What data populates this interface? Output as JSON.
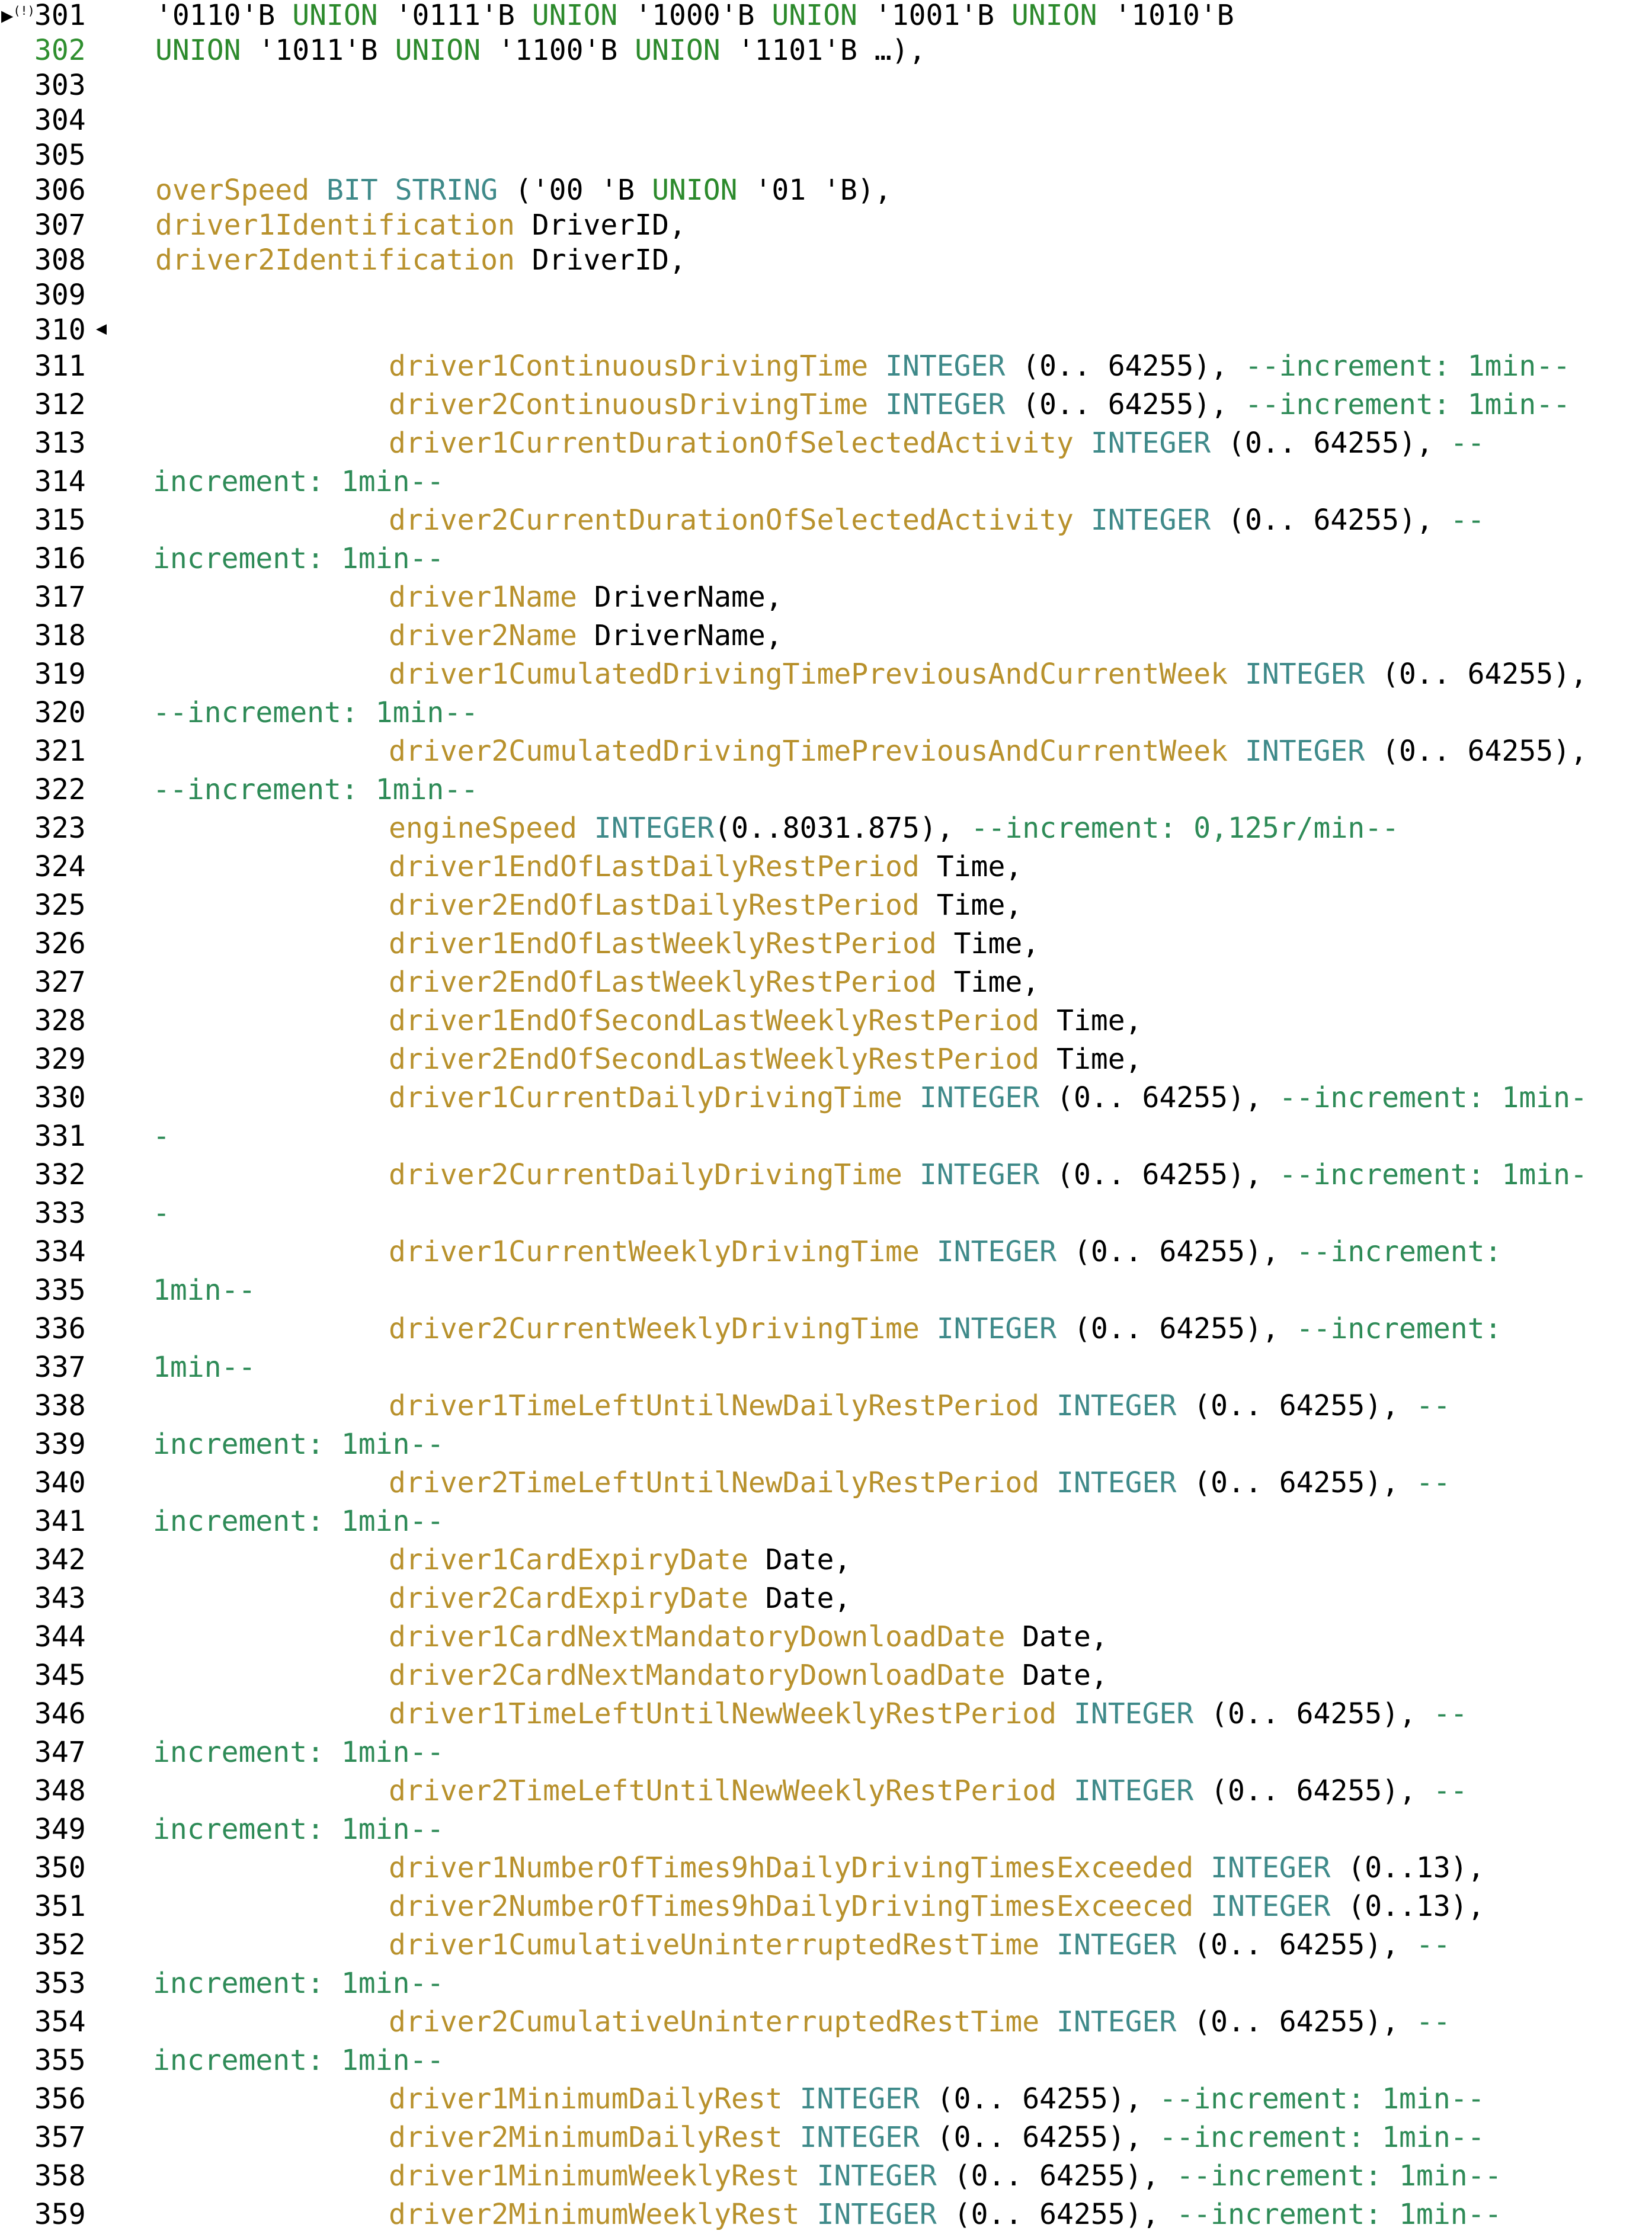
{
  "editor": {
    "colors": {
      "identifier": "#b8912c",
      "type": "#3f8a8a",
      "keyword": "#2c8a2c",
      "comment": "#2e8b57",
      "plain": "#000000",
      "current_line_number": "#2f8f2f"
    },
    "gutter_marker": "▶",
    "gutter_marker_badge": "(!)",
    "fold_marker": "◀",
    "current_line": "302",
    "lines": [
      {
        "n": "301",
        "tokens": [
          {
            "t": "tx",
            "v": "'0110'B "
          },
          {
            "t": "kw",
            "v": "UNION"
          },
          {
            "t": "tx",
            "v": " '0111'B "
          },
          {
            "t": "kw",
            "v": "UNION"
          },
          {
            "t": "tx",
            "v": " '1000'B "
          },
          {
            "t": "kw",
            "v": "UNION"
          },
          {
            "t": "tx",
            "v": " '1001'B "
          },
          {
            "t": "kw",
            "v": "UNION"
          },
          {
            "t": "tx",
            "v": " '1010'B"
          }
        ]
      },
      {
        "n": "302",
        "tokens": [
          {
            "t": "kw",
            "v": "UNION"
          },
          {
            "t": "tx",
            "v": " '1011'B "
          },
          {
            "t": "kw",
            "v": "UNION"
          },
          {
            "t": "tx",
            "v": " '1100'B "
          },
          {
            "t": "kw",
            "v": "UNION"
          },
          {
            "t": "tx",
            "v": " '1101'B …),"
          }
        ]
      },
      {
        "n": "303",
        "tokens": []
      },
      {
        "n": "304",
        "tokens": []
      },
      {
        "n": "305",
        "tokens": []
      },
      {
        "n": "306",
        "tokens": [
          {
            "t": "id",
            "v": "overSpeed"
          },
          {
            "t": "tx",
            "v": " "
          },
          {
            "t": "ty",
            "v": "BIT STRING"
          },
          {
            "t": "tx",
            "v": " ('00 'B "
          },
          {
            "t": "kw",
            "v": "UNION"
          },
          {
            "t": "tx",
            "v": " '01 'B),"
          }
        ]
      },
      {
        "n": "307",
        "tokens": [
          {
            "t": "id",
            "v": "driver1Identification"
          },
          {
            "t": "tx",
            "v": " DriverID,"
          }
        ]
      },
      {
        "n": "308",
        "tokens": [
          {
            "t": "id",
            "v": "driver2Identification"
          },
          {
            "t": "tx",
            "v": " DriverID,"
          }
        ]
      },
      {
        "n": "309",
        "tokens": []
      },
      {
        "n": "310",
        "tokens": []
      },
      {
        "n": "311",
        "tokens": [
          {
            "t": "id",
            "v": "driver1ContinuousDrivingTime"
          },
          {
            "t": "tx",
            "v": " "
          },
          {
            "t": "ty",
            "v": "INTEGER"
          },
          {
            "t": "tx",
            "v": " (0.. 64255), "
          },
          {
            "t": "cm",
            "v": "--increment: 1min--"
          }
        ]
      },
      {
        "n": "312",
        "tokens": [
          {
            "t": "id",
            "v": "driver2ContinuousDrivingTime"
          },
          {
            "t": "tx",
            "v": " "
          },
          {
            "t": "ty",
            "v": "INTEGER"
          },
          {
            "t": "tx",
            "v": " (0.. 64255), "
          },
          {
            "t": "cm",
            "v": "--increment: 1min--"
          }
        ]
      },
      {
        "n": "313",
        "tokens": [
          {
            "t": "id",
            "v": "driver1CurrentDurationOfSelectedActivity"
          },
          {
            "t": "tx",
            "v": " "
          },
          {
            "t": "ty",
            "v": "INTEGER"
          },
          {
            "t": "tx",
            "v": " (0.. 64255), "
          },
          {
            "t": "cm",
            "v": "--"
          }
        ]
      },
      {
        "n": "314",
        "tokens": [
          {
            "t": "cm",
            "v": "increment: 1min--"
          }
        ]
      },
      {
        "n": "315",
        "tokens": [
          {
            "t": "id",
            "v": "driver2CurrentDurationOfSelectedActivity"
          },
          {
            "t": "tx",
            "v": " "
          },
          {
            "t": "ty",
            "v": "INTEGER"
          },
          {
            "t": "tx",
            "v": " (0.. 64255), "
          },
          {
            "t": "cm",
            "v": "--"
          }
        ]
      },
      {
        "n": "316",
        "tokens": [
          {
            "t": "cm",
            "v": "increment: 1min--"
          }
        ]
      },
      {
        "n": "317",
        "tokens": [
          {
            "t": "id",
            "v": "driver1Name"
          },
          {
            "t": "tx",
            "v": " DriverName,"
          }
        ]
      },
      {
        "n": "318",
        "tokens": [
          {
            "t": "id",
            "v": "driver2Name"
          },
          {
            "t": "tx",
            "v": " DriverName,"
          }
        ]
      },
      {
        "n": "319",
        "tokens": [
          {
            "t": "id",
            "v": "driver1CumulatedDrivingTimePreviousAndCurrentWeek"
          },
          {
            "t": "tx",
            "v": " "
          },
          {
            "t": "ty",
            "v": "INTEGER"
          },
          {
            "t": "tx",
            "v": " (0.. 64255),"
          }
        ]
      },
      {
        "n": "320",
        "tokens": [
          {
            "t": "cm",
            "v": "--increment: 1min--"
          }
        ]
      },
      {
        "n": "321",
        "tokens": [
          {
            "t": "id",
            "v": "driver2CumulatedDrivingTimePreviousAndCurrentWeek"
          },
          {
            "t": "tx",
            "v": " "
          },
          {
            "t": "ty",
            "v": "INTEGER"
          },
          {
            "t": "tx",
            "v": " (0.. 64255),"
          }
        ]
      },
      {
        "n": "322",
        "tokens": [
          {
            "t": "cm",
            "v": "--increment: 1min--"
          }
        ]
      },
      {
        "n": "323",
        "tokens": [
          {
            "t": "id",
            "v": "engineSpeed"
          },
          {
            "t": "tx",
            "v": " "
          },
          {
            "t": "ty",
            "v": "INTEGER"
          },
          {
            "t": "tx",
            "v": "(0..8031.875), "
          },
          {
            "t": "cm",
            "v": "--increment: 0,125r/min--"
          }
        ]
      },
      {
        "n": "324",
        "tokens": [
          {
            "t": "id",
            "v": "driver1EndOfLastDailyRestPeriod"
          },
          {
            "t": "tx",
            "v": " Time,"
          }
        ]
      },
      {
        "n": "325",
        "tokens": [
          {
            "t": "id",
            "v": "driver2EndOfLastDailyRestPeriod"
          },
          {
            "t": "tx",
            "v": " Time,"
          }
        ]
      },
      {
        "n": "326",
        "tokens": [
          {
            "t": "id",
            "v": "driver1EndOfLastWeeklyRestPeriod"
          },
          {
            "t": "tx",
            "v": " Time,"
          }
        ]
      },
      {
        "n": "327",
        "tokens": [
          {
            "t": "id",
            "v": "driver2EndOfLastWeeklyRestPeriod"
          },
          {
            "t": "tx",
            "v": " Time,"
          }
        ]
      },
      {
        "n": "328",
        "tokens": [
          {
            "t": "id",
            "v": "driver1EndOfSecondLastWeeklyRestPeriod"
          },
          {
            "t": "tx",
            "v": " Time,"
          }
        ]
      },
      {
        "n": "329",
        "tokens": [
          {
            "t": "id",
            "v": "driver2EndOfSecondLastWeeklyRestPeriod"
          },
          {
            "t": "tx",
            "v": " Time,"
          }
        ]
      },
      {
        "n": "330",
        "tokens": [
          {
            "t": "id",
            "v": "driver1CurrentDailyDrivingTime"
          },
          {
            "t": "tx",
            "v": " "
          },
          {
            "t": "ty",
            "v": "INTEGER"
          },
          {
            "t": "tx",
            "v": " (0.. 64255), "
          },
          {
            "t": "cm",
            "v": "--increment: 1min-"
          }
        ]
      },
      {
        "n": "331",
        "tokens": [
          {
            "t": "cm",
            "v": "-"
          }
        ]
      },
      {
        "n": "332",
        "tokens": [
          {
            "t": "id",
            "v": "driver2CurrentDailyDrivingTime"
          },
          {
            "t": "tx",
            "v": " "
          },
          {
            "t": "ty",
            "v": "INTEGER"
          },
          {
            "t": "tx",
            "v": " (0.. 64255), "
          },
          {
            "t": "cm",
            "v": "--increment: 1min-"
          }
        ]
      },
      {
        "n": "333",
        "tokens": [
          {
            "t": "cm",
            "v": "-"
          }
        ]
      },
      {
        "n": "334",
        "tokens": [
          {
            "t": "id",
            "v": "driver1CurrentWeeklyDrivingTime"
          },
          {
            "t": "tx",
            "v": " "
          },
          {
            "t": "ty",
            "v": "INTEGER"
          },
          {
            "t": "tx",
            "v": " (0.. 64255), "
          },
          {
            "t": "cm",
            "v": "--increment:"
          }
        ]
      },
      {
        "n": "335",
        "tokens": [
          {
            "t": "cm",
            "v": "1min--"
          }
        ]
      },
      {
        "n": "336",
        "tokens": [
          {
            "t": "id",
            "v": "driver2CurrentWeeklyDrivingTime"
          },
          {
            "t": "tx",
            "v": " "
          },
          {
            "t": "ty",
            "v": "INTEGER"
          },
          {
            "t": "tx",
            "v": " (0.. 64255), "
          },
          {
            "t": "cm",
            "v": "--increment:"
          }
        ]
      },
      {
        "n": "337",
        "tokens": [
          {
            "t": "cm",
            "v": "1min--"
          }
        ]
      },
      {
        "n": "338",
        "tokens": [
          {
            "t": "id",
            "v": "driver1TimeLeftUntilNewDailyRestPeriod"
          },
          {
            "t": "tx",
            "v": " "
          },
          {
            "t": "ty",
            "v": "INTEGER"
          },
          {
            "t": "tx",
            "v": " (0.. 64255), "
          },
          {
            "t": "cm",
            "v": "--"
          }
        ]
      },
      {
        "n": "339",
        "tokens": [
          {
            "t": "cm",
            "v": "increment: 1min--"
          }
        ]
      },
      {
        "n": "340",
        "tokens": [
          {
            "t": "id",
            "v": "driver2TimeLeftUntilNewDailyRestPeriod"
          },
          {
            "t": "tx",
            "v": " "
          },
          {
            "t": "ty",
            "v": "INTEGER"
          },
          {
            "t": "tx",
            "v": " (0.. 64255), "
          },
          {
            "t": "cm",
            "v": "--"
          }
        ]
      },
      {
        "n": "341",
        "tokens": [
          {
            "t": "cm",
            "v": "increment: 1min--"
          }
        ]
      },
      {
        "n": "342",
        "tokens": [
          {
            "t": "id",
            "v": "driver1CardExpiryDate"
          },
          {
            "t": "tx",
            "v": " Date,"
          }
        ]
      },
      {
        "n": "343",
        "tokens": [
          {
            "t": "id",
            "v": "driver2CardExpiryDate"
          },
          {
            "t": "tx",
            "v": " Date,"
          }
        ]
      },
      {
        "n": "344",
        "tokens": [
          {
            "t": "id",
            "v": "driver1CardNextMandatoryDownloadDate"
          },
          {
            "t": "tx",
            "v": " Date,"
          }
        ]
      },
      {
        "n": "345",
        "tokens": [
          {
            "t": "id",
            "v": "driver2CardNextMandatoryDownloadDate"
          },
          {
            "t": "tx",
            "v": " Date,"
          }
        ]
      },
      {
        "n": "346",
        "tokens": [
          {
            "t": "id",
            "v": "driver1TimeLeftUntilNewWeeklyRestPeriod"
          },
          {
            "t": "tx",
            "v": " "
          },
          {
            "t": "ty",
            "v": "INTEGER"
          },
          {
            "t": "tx",
            "v": " (0.. 64255), "
          },
          {
            "t": "cm",
            "v": "--"
          }
        ]
      },
      {
        "n": "347",
        "tokens": [
          {
            "t": "cm",
            "v": "increment: 1min--"
          }
        ]
      },
      {
        "n": "348",
        "tokens": [
          {
            "t": "id",
            "v": "driver2TimeLeftUntilNewWeeklyRestPeriod"
          },
          {
            "t": "tx",
            "v": " "
          },
          {
            "t": "ty",
            "v": "INTEGER"
          },
          {
            "t": "tx",
            "v": " (0.. 64255), "
          },
          {
            "t": "cm",
            "v": "--"
          }
        ]
      },
      {
        "n": "349",
        "tokens": [
          {
            "t": "cm",
            "v": "increment: 1min--"
          }
        ]
      },
      {
        "n": "350",
        "tokens": [
          {
            "t": "id",
            "v": "driver1NumberOfTimes9hDailyDrivingTimesExceeded"
          },
          {
            "t": "tx",
            "v": " "
          },
          {
            "t": "ty",
            "v": "INTEGER"
          },
          {
            "t": "tx",
            "v": " (0..13),"
          }
        ]
      },
      {
        "n": "351",
        "tokens": [
          {
            "t": "id",
            "v": "driver2NumberOfTimes9hDailyDrivingTimesExceeced"
          },
          {
            "t": "tx",
            "v": " "
          },
          {
            "t": "ty",
            "v": "INTEGER"
          },
          {
            "t": "tx",
            "v": " (0..13),"
          }
        ]
      },
      {
        "n": "352",
        "tokens": [
          {
            "t": "id",
            "v": "driver1CumulativeUninterruptedRestTime"
          },
          {
            "t": "tx",
            "v": " "
          },
          {
            "t": "ty",
            "v": "INTEGER"
          },
          {
            "t": "tx",
            "v": " (0.. 64255), "
          },
          {
            "t": "cm",
            "v": "--"
          }
        ]
      },
      {
        "n": "353",
        "tokens": [
          {
            "t": "cm",
            "v": "increment: 1min--"
          }
        ]
      },
      {
        "n": "354",
        "tokens": [
          {
            "t": "id",
            "v": "driver2CumulativeUninterruptedRestTime"
          },
          {
            "t": "tx",
            "v": " "
          },
          {
            "t": "ty",
            "v": "INTEGER"
          },
          {
            "t": "tx",
            "v": " (0.. 64255), "
          },
          {
            "t": "cm",
            "v": "--"
          }
        ]
      },
      {
        "n": "355",
        "tokens": [
          {
            "t": "cm",
            "v": "increment: 1min--"
          }
        ]
      },
      {
        "n": "356",
        "tokens": [
          {
            "t": "id",
            "v": "driver1MinimumDailyRest"
          },
          {
            "t": "tx",
            "v": " "
          },
          {
            "t": "ty",
            "v": "INTEGER"
          },
          {
            "t": "tx",
            "v": " (0.. 64255), "
          },
          {
            "t": "cm",
            "v": "--increment: 1min--"
          }
        ]
      },
      {
        "n": "357",
        "tokens": [
          {
            "t": "id",
            "v": "driver2MinimumDailyRest"
          },
          {
            "t": "tx",
            "v": " "
          },
          {
            "t": "ty",
            "v": "INTEGER"
          },
          {
            "t": "tx",
            "v": " (0.. 64255), "
          },
          {
            "t": "cm",
            "v": "--increment: 1min--"
          }
        ]
      },
      {
        "n": "358",
        "tokens": [
          {
            "t": "id",
            "v": "driver1MinimumWeeklyRest"
          },
          {
            "t": "tx",
            "v": " "
          },
          {
            "t": "ty",
            "v": "INTEGER"
          },
          {
            "t": "tx",
            "v": " (0.. 64255), "
          },
          {
            "t": "cm",
            "v": "--increment: 1min--"
          }
        ]
      },
      {
        "n": "359",
        "tokens": [
          {
            "t": "id",
            "v": "driver2MinimumWeeklyRest"
          },
          {
            "t": "tx",
            "v": " "
          },
          {
            "t": "ty",
            "v": "INTEGER"
          },
          {
            "t": "tx",
            "v": " (0.. 64255), "
          },
          {
            "t": "cm",
            "v": "--increment: 1min--"
          }
        ]
      }
    ]
  }
}
